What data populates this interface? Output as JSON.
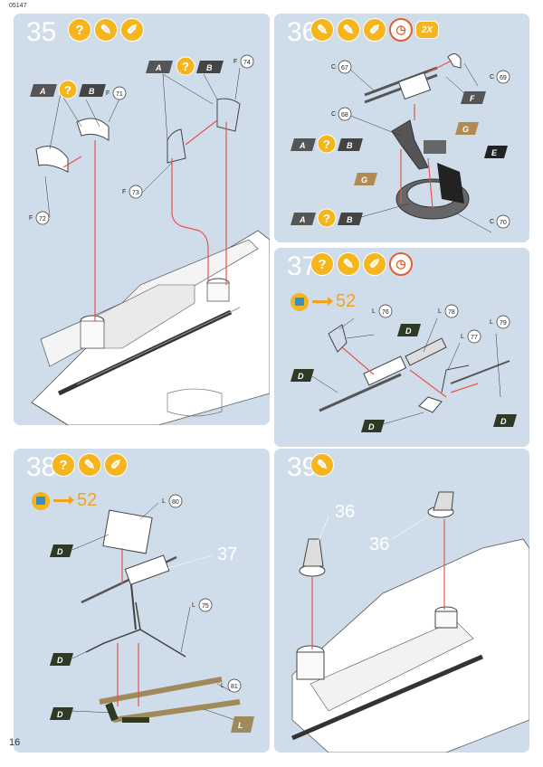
{
  "header": {
    "code": "05147"
  },
  "footer": {
    "page_number": "16"
  },
  "steps": [
    {
      "number": "35",
      "icons": [
        "help-icon",
        "glue-icon",
        "paint-icon"
      ]
    },
    {
      "number": "36",
      "icons": [
        "glue-icon",
        "glue-icon",
        "paint-icon",
        "clock-icon"
      ],
      "repeat": "2X"
    },
    {
      "number": "37",
      "icons": [
        "help-icon",
        "glue-icon",
        "paint-icon",
        "clock-icon"
      ],
      "ref_page": "52"
    },
    {
      "number": "38",
      "icons": [
        "help-icon",
        "glue-icon",
        "paint-icon"
      ],
      "ref_page": "52"
    },
    {
      "number": "39",
      "icons": [
        "glue-icon"
      ]
    }
  ],
  "parts": {
    "f71": "F",
    "n71": "71",
    "f72": "F",
    "n72": "72",
    "f73": "F",
    "n73": "73",
    "f74": "F",
    "n74": "74",
    "c67": "C",
    "n67": "67",
    "c68": "C",
    "n68": "68",
    "c69": "C",
    "n69": "69",
    "c70": "C",
    "n70": "70",
    "l76": "L",
    "n76": "76",
    "l77": "L",
    "n77": "77",
    "l78": "L",
    "n78": "78",
    "l79": "L",
    "n79": "79",
    "l75": "L",
    "n75": "75",
    "l80": "L",
    "n80": "80",
    "l81": "L",
    "n81": "81"
  },
  "tags": {
    "a": "A",
    "b": "B",
    "d": "D",
    "e": "E",
    "g": "G",
    "l": "L"
  },
  "refs": {
    "step37": "37",
    "step36": "36"
  }
}
